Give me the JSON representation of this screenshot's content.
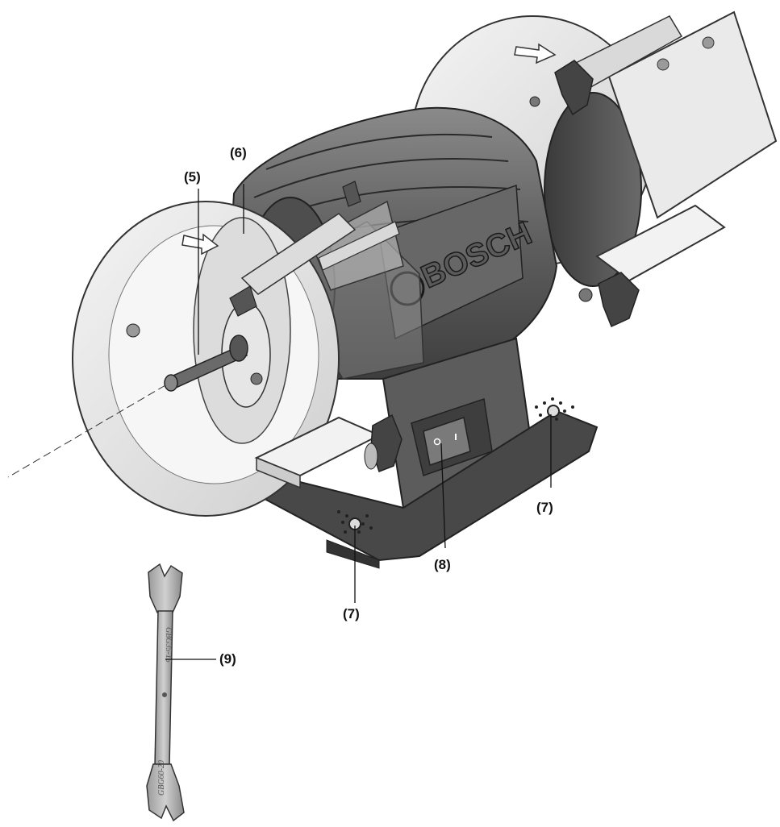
{
  "callouts": [
    {
      "id": "5",
      "label": "(5)"
    },
    {
      "id": "6",
      "label": "(6)"
    },
    {
      "id": "7a",
      "label": "(7)"
    },
    {
      "id": "7b",
      "label": "(7)"
    },
    {
      "id": "8",
      "label": "(8)"
    },
    {
      "id": "9",
      "label": "(9)"
    }
  ],
  "brand_text": "BOSCH",
  "wrench": {
    "engraving_top": "GBG35-15",
    "engraving_bottom": "GBG60-20"
  },
  "colors": {
    "body_dark": "#5a5a5a",
    "body_mid": "#7a7a7a",
    "guard_light": "#e6e6e6",
    "wheel_dark": "#4a4a4a",
    "line": "#222222"
  }
}
